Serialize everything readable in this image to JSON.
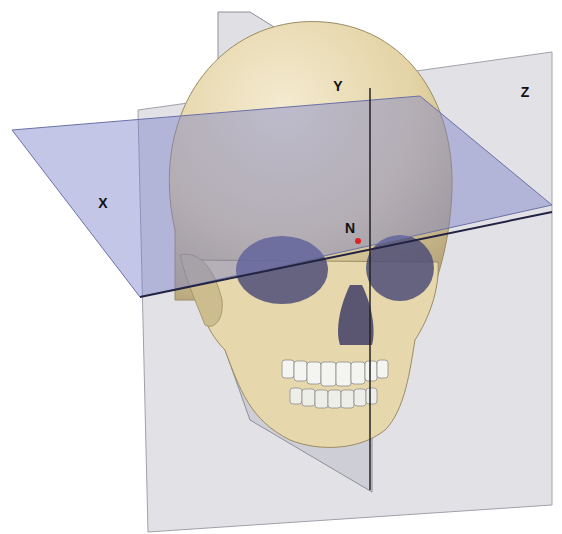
{
  "diagram": {
    "labels": [
      "X",
      "Y",
      "Z",
      "N"
    ]
  }
}
